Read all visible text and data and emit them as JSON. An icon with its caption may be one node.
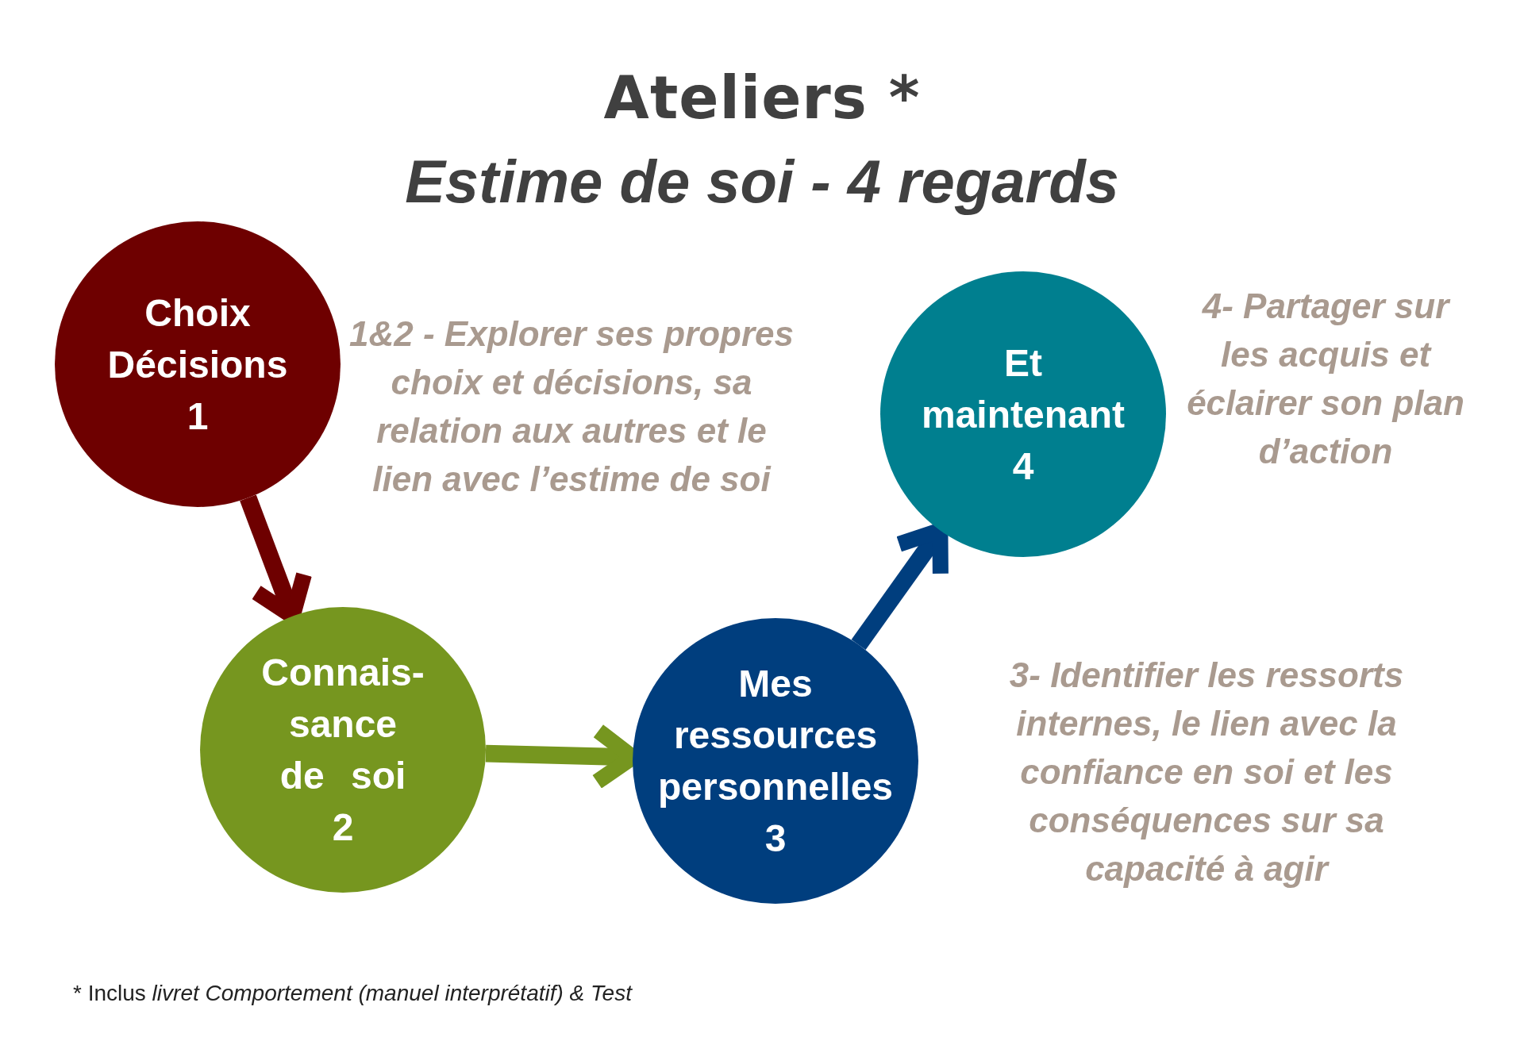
{
  "diagram": {
    "title": "Ateliers *",
    "caption": "Estime de soi - 4 regards",
    "nodes": [
      {
        "text": [
          "Choix Décisions",
          "1"
        ]
      },
      {
        "text": [
          "Connais- sance de soi",
          "2"
        ]
      },
      {
        "text": [
          "Mes ressources personnelles",
          "3"
        ],
        "beside": [
          "3- Identifier les ressorts internes, le lien avec la confiance en soi et les conséquences sur sa capacité à agir"
        ]
      },
      {
        "text": [
          "Et maintenant",
          "4"
        ],
        "beside": [
          "4- Partager sur les acquis et éclairer son plan d’action"
        ]
      }
    ],
    "edges": [
      {
        "from": 0,
        "to": 1,
        "arrow": "to",
        "color": "#6e0000"
      },
      {
        "from": 1,
        "to": 2,
        "arrow": "to",
        "color": "#76961f"
      },
      {
        "from": 2,
        "to": 3,
        "arrow": "to",
        "color": "#003e7e"
      }
    ],
    "labels": [
      "1&2 - Explorer ses propres choix et décisions, sa relation aux autres et le lien avec l’estime de soi",
      "* Inclus *livret Comportement (manuel interprétatif) & Test*"
    ]
  }
}
